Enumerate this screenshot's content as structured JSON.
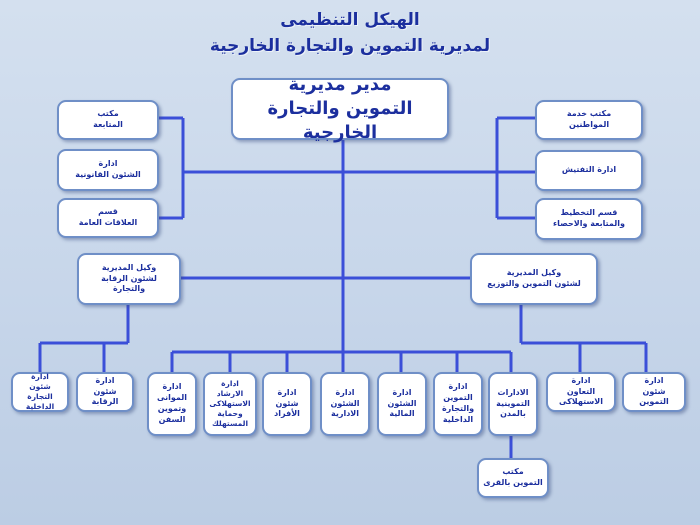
{
  "title": {
    "line1": "الهيكل التنظيمى",
    "line2": "لمديرية التموين والتجارة الخارجية"
  },
  "colors": {
    "text": "#1c2f9e",
    "connector": "#3b4fd8",
    "box_border": "#6f8fc7",
    "background": "#c7d6ea"
  },
  "nodes": {
    "director": "مدير مديرية\nالتموين والتجارة الخارجية",
    "office_follow_up": "مكتب\nالمتابعة",
    "legal_affairs": "ادارة\nالشئون القانونية",
    "public_relations": "قسم\nالعلاقات العامة",
    "citizen_service": "مكتب خدمة\nالمواطنين",
    "inspections": "ادارة التفتيش",
    "planning_dept": "قسم التخطيط\nوالمتابعة والاحصاء",
    "deputy_control": "وكيل المديرية\nلشئون الرقابة\nوالتجارة",
    "deputy_supply": "وكيل المديرية\nلشئون التموين والتوزيع",
    "internal_trade_affairs": "ادارة\nشئون التجارة\nالداخلية",
    "control_affairs": "ادارة\nشئون الرقابة",
    "warehouses": "ادارة\nالموانى\nوتموين\nالسفن",
    "consumer_guidance": "ادارة الارشاد\nالاستهلاكى\nوحماية\nالمستهلك",
    "personnel": "ادارة\nشئون\nالأفراد",
    "admin_affairs": "ادارة\nالشئون\nالادارية",
    "financial_affairs": "ادارة\nالشئون\nالمالية",
    "supply_internal_trade": "ادارة\nالتموين\nوالتجارة\nالداخلية",
    "supply_admins": "الادارات\nالتموينية\nبالمدن",
    "consumer_coop": "ادارة\nالتعاون الاستهلاكى",
    "supply_affairs": "ادارة\nشئون التموين",
    "villages_office": "مكتب\nالتموين بالقرى"
  }
}
